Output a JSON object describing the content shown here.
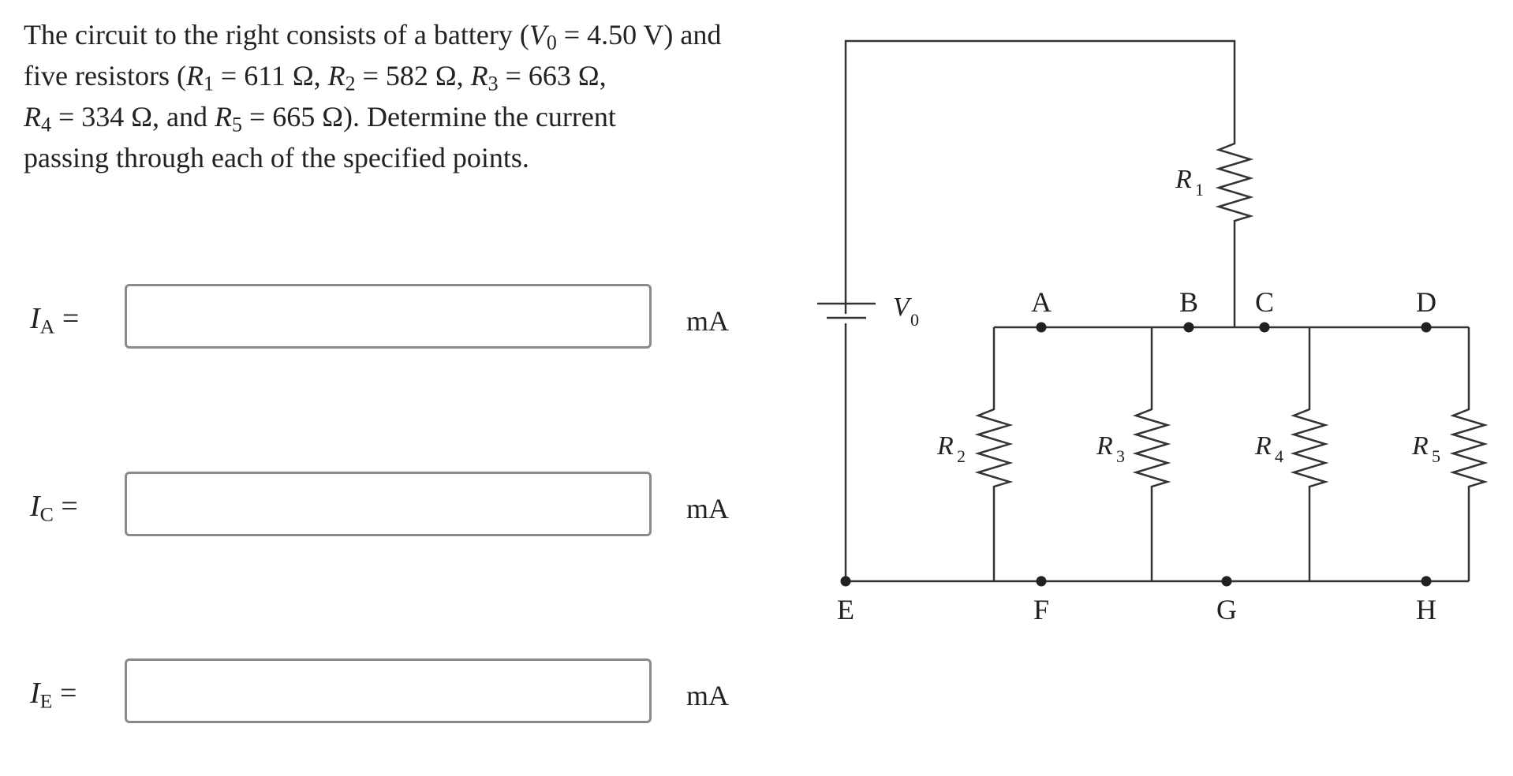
{
  "problem": {
    "segments": [
      "The circuit to the right consists of a battery (",
      "V",
      "0",
      " = 4.50 V) and",
      "five resistors (",
      "R",
      "1",
      " = 611 Ω, ",
      "R",
      "2",
      " = 582 Ω, ",
      "R",
      "3",
      " = 663 Ω,",
      "R",
      "4",
      " = 334 Ω, and ",
      "R",
      "5",
      " = 665 Ω). Determine the current",
      "passing through each of the specified points."
    ]
  },
  "answers": [
    {
      "symbol": "I",
      "subscript": "A",
      "equals": "=",
      "value": "",
      "unit": "mA"
    },
    {
      "symbol": "I",
      "subscript": "C",
      "equals": "=",
      "value": "",
      "unit": "mA"
    },
    {
      "symbol": "I",
      "subscript": "E",
      "equals": "=",
      "value": "",
      "unit": "mA"
    }
  ],
  "diagram": {
    "battery_label": {
      "symbol": "V",
      "subscript": "0"
    },
    "resistors": [
      {
        "symbol": "R",
        "subscript": "1"
      },
      {
        "symbol": "R",
        "subscript": "2"
      },
      {
        "symbol": "R",
        "subscript": "3"
      },
      {
        "symbol": "R",
        "subscript": "4"
      },
      {
        "symbol": "R",
        "subscript": "5"
      }
    ],
    "nodes": [
      "A",
      "B",
      "C",
      "D",
      "E",
      "F",
      "G",
      "H"
    ]
  }
}
